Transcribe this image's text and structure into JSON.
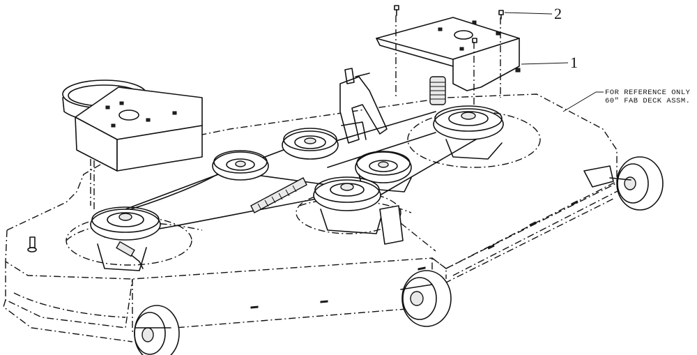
{
  "callouts": {
    "one": "1",
    "two": "2"
  },
  "reference_note": {
    "line1": "FOR REFERENCE ONLY",
    "line2": "60\" FAB DECK ASSM."
  }
}
